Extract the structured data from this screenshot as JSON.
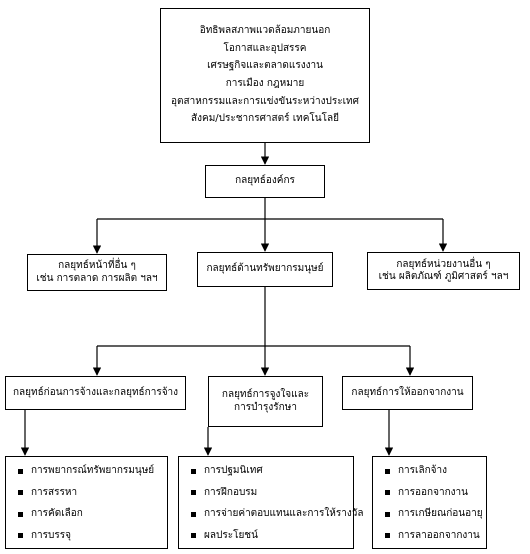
{
  "diagram": {
    "top_box": {
      "lines": [
        "อิทธิพลสภาพแวดล้อมภายนอก",
        "โอกาสและอุปสรรค",
        "เศรษฐกิจและตลาดแรงงาน",
        "การเมือง กฎหมาย",
        "อุตสาหกรรมและการแข่งขันระหว่างประเทศ",
        "สังคม/ประชากรศาสตร์ เทคโนโลยี"
      ]
    },
    "org_strategy": {
      "label": "กลยุทธ์องค์กร"
    },
    "left_strategy": {
      "lines": [
        "กลยุทธ์หน้าที่อื่น ๆ",
        "เช่น การตลาด การผลิต ฯลฯ"
      ]
    },
    "hr_strategy": {
      "label": "กลยุทธ์ด้านทรัพยากรมนุษย์"
    },
    "right_strategy": {
      "lines": [
        "กลยุทธ์หน่วยงานอื่น ๆ",
        "เช่น ผลิตภัณฑ์ ภูมิศาสตร์ ฯลฯ"
      ]
    },
    "pre_hire": {
      "label": "กลยุทธ์ก่อนการจ้างและกลยุทธ์การจ้าง"
    },
    "motivation": {
      "lines": [
        "กลยุทธ์การจูงใจและ",
        "การบำรุงรักษา"
      ]
    },
    "exit": {
      "label": "กลยุทธ์การให้ออกจากงาน"
    },
    "list_left": [
      "การพยากรณ์ทรัพยากรมนุษย์",
      "การสรรหา",
      "การคัดเลือก",
      "การบรรจุ"
    ],
    "list_middle": [
      "การปฐมนิเทศ",
      "การฝึกอบรม",
      "การจ่ายค่าตอบแทนและการให้รางวัล",
      "ผลประโยชน์"
    ],
    "list_right": [
      "การเลิกจ้าง",
      "การออกจากงาน",
      "การเกษียณก่อนอายุ",
      "การลาออกจากงาน"
    ]
  }
}
